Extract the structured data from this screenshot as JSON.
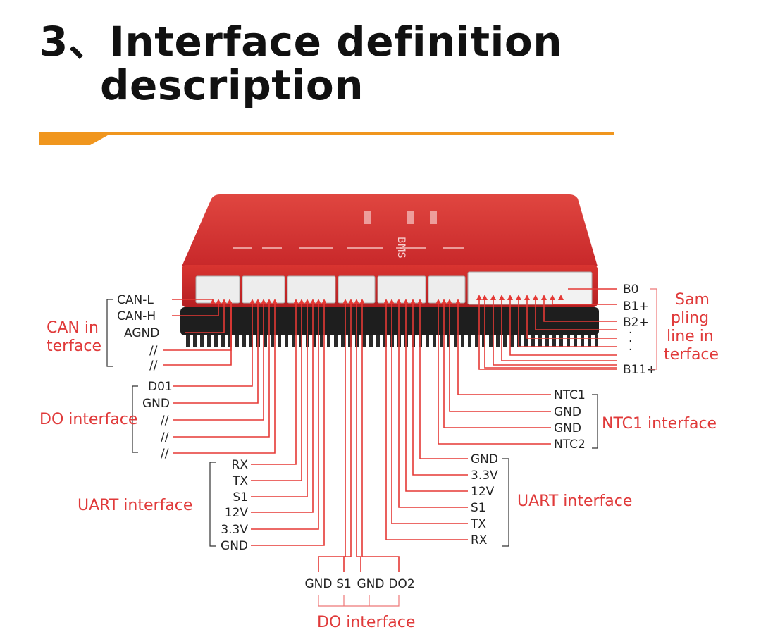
{
  "title": {
    "line1": "3、Interface definition",
    "line2": "description"
  },
  "colors": {
    "accent": "#f0961e",
    "board": "#d8322f",
    "wire": "#e53935",
    "group_label": "#e03a3a"
  },
  "can": {
    "group": "CAN in terface",
    "group_line1": "CAN in",
    "group_line2": "terface",
    "pins": [
      "CAN-L",
      "CAN-H",
      "AGND",
      "//",
      "//"
    ]
  },
  "do_left": {
    "group": "DO interface",
    "pins": [
      "D01",
      "GND",
      "//",
      "//",
      "//"
    ]
  },
  "uart_left": {
    "group": "UART interface",
    "pins": [
      "RX",
      "TX",
      "S1",
      "12V",
      "3.3V",
      "GND"
    ]
  },
  "do_bottom": {
    "group": "DO interface",
    "pins": [
      "GND",
      "S1",
      "GND",
      "DO2"
    ]
  },
  "uart_right": {
    "group": "UART interface",
    "pins": [
      "GND",
      "3.3V",
      "12V",
      "S1",
      "TX",
      "RX"
    ]
  },
  "ntc": {
    "group": "NTC1 interface",
    "pins": [
      "NTC1",
      "GND",
      "GND",
      "NTC2"
    ]
  },
  "sampling": {
    "group_lines": [
      "Sam",
      "pling",
      "line in",
      "terface"
    ],
    "pins": [
      "B0",
      "B1+",
      "B2+",
      "·",
      "·",
      "·",
      "B11+"
    ]
  },
  "board": {
    "silk": "BMS"
  }
}
